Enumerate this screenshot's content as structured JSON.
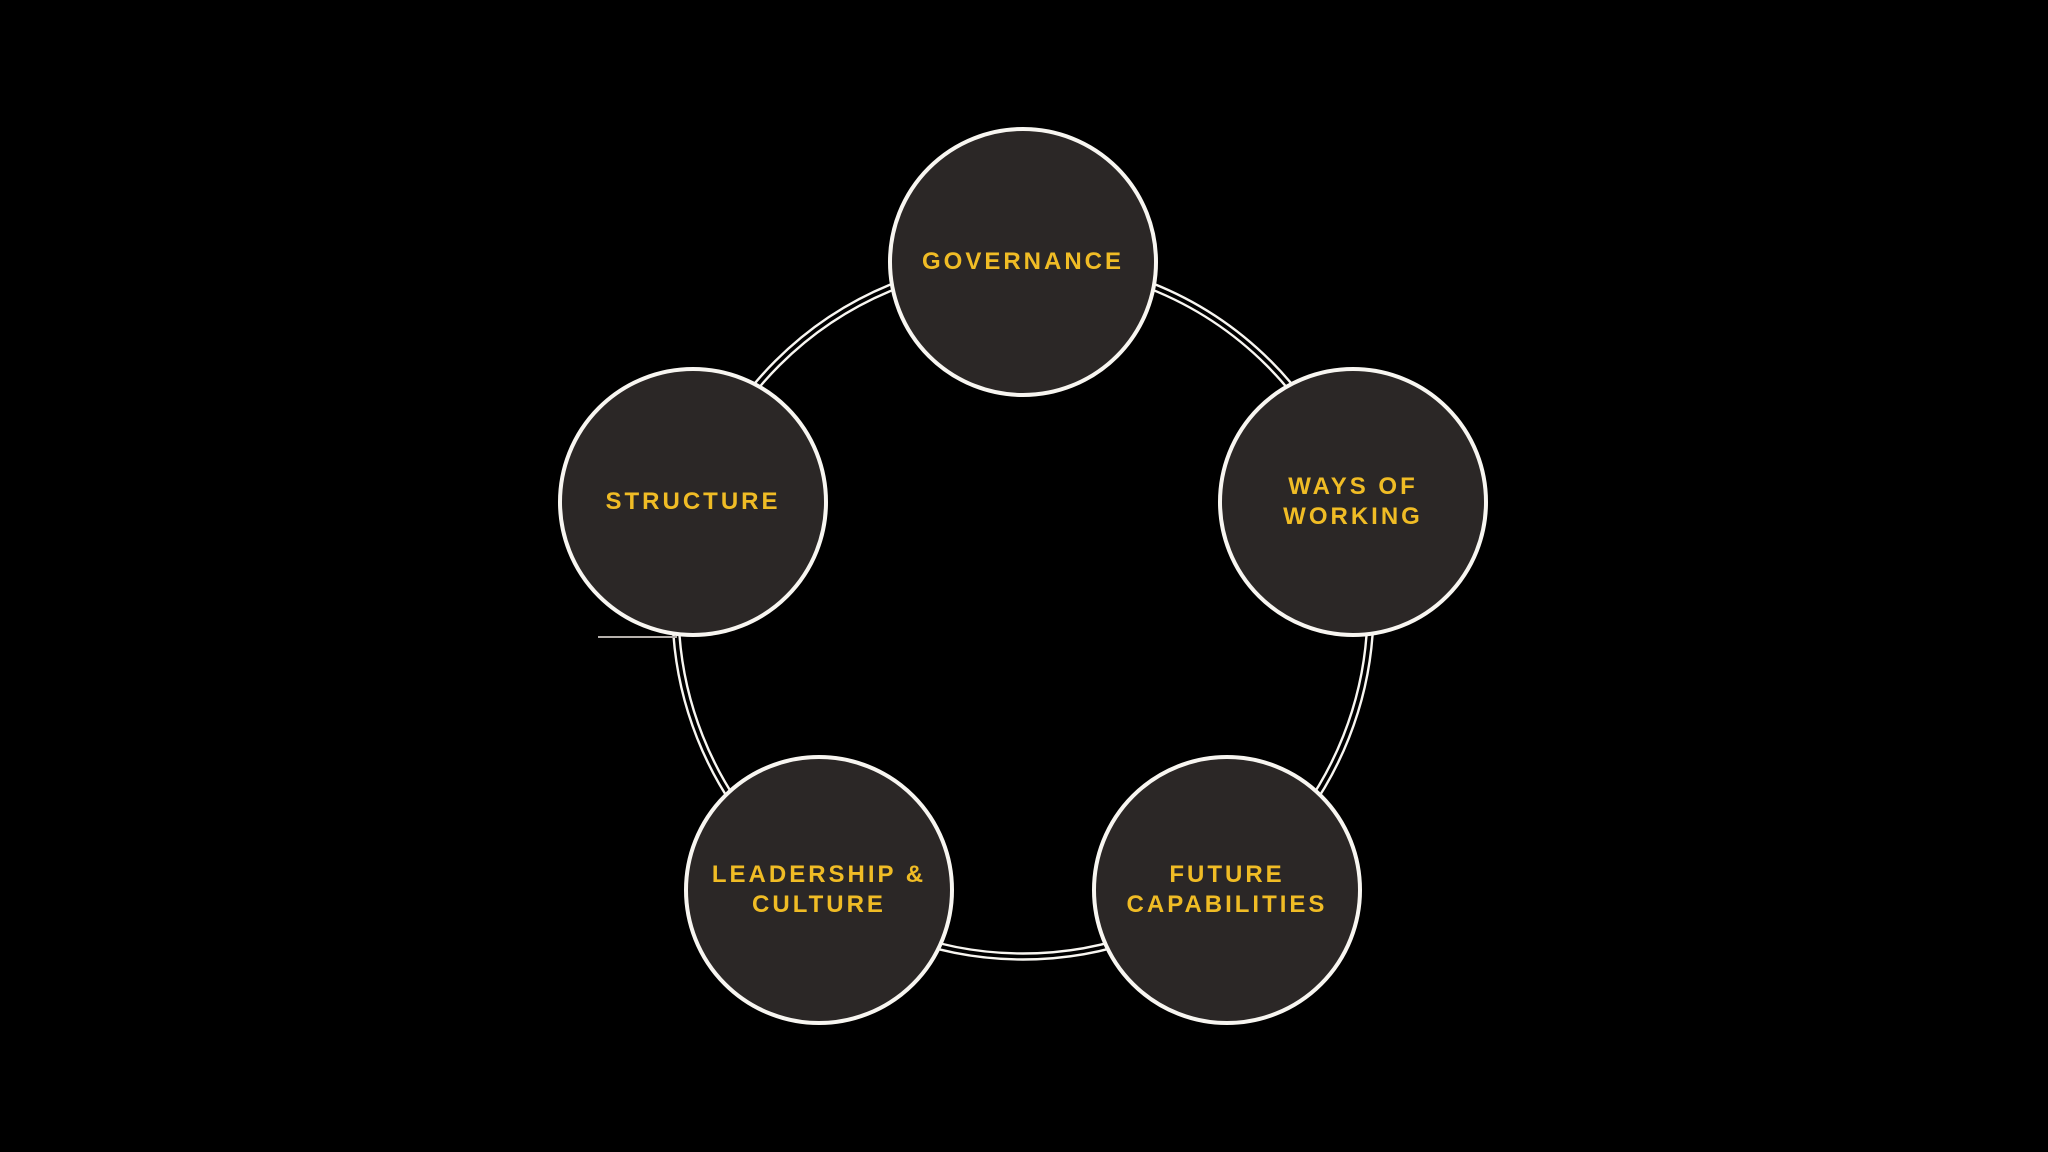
{
  "canvas": {
    "background_color": "#000000"
  },
  "diagram": {
    "type": "cycle",
    "ring_color": "#f8f6f1",
    "node_fill_color": "#2b2726",
    "node_outline_color": "#f8f6f1",
    "label_color": "#f0bc25",
    "stray_line_color": "#b5b0ac",
    "nodes": [
      {
        "id": "governance",
        "label": "GOVERNANCE",
        "position": "top"
      },
      {
        "id": "ways-of-working",
        "label": "WAYS OF\nWORKING",
        "position": "upper-right"
      },
      {
        "id": "future-capabilities",
        "label": "FUTURE\nCAPABILITIES",
        "position": "lower-right"
      },
      {
        "id": "leadership-culture",
        "label": "LEADERSHIP &\nCULTURE",
        "position": "lower-left"
      },
      {
        "id": "structure",
        "label": "STRUCTURE",
        "position": "upper-left"
      }
    ]
  }
}
